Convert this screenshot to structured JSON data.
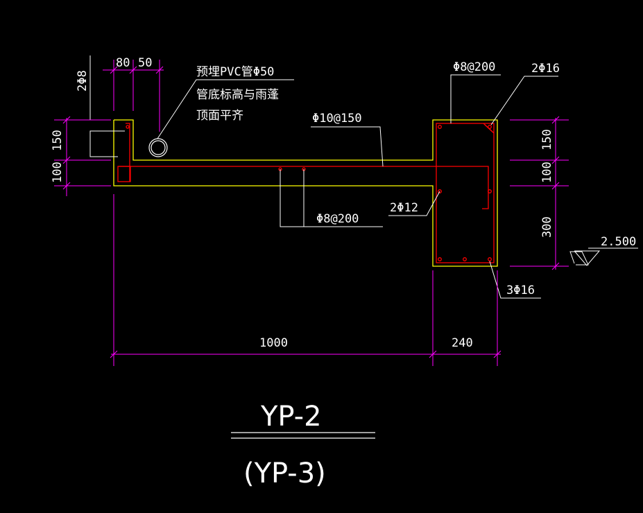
{
  "annotations": {
    "top_left_rebar": "2Φ8",
    "pipe_note_line1": "预埋PVC管Φ50",
    "pipe_note_line2": "管底标高与雨蓬",
    "pipe_note_line3": "顶面平齐",
    "slab_top_rebar": "Φ10@150",
    "slab_dist_rebar": "Φ8@200",
    "beam_stirrup": "Φ8@200",
    "beam_top_rebar": "2Φ16",
    "beam_side_rebar": "2Φ12",
    "beam_bottom_rebar": "3Φ16",
    "elevation": "2.500"
  },
  "dimensions": {
    "top_80": "80",
    "top_50": "50",
    "left_150": "150",
    "left_100": "100",
    "right_150": "150",
    "right_100": "100",
    "right_300": "300",
    "bottom_1000": "1000",
    "bottom_240": "240"
  },
  "title": {
    "main": "YP-2",
    "sub": "(YP-3)"
  },
  "colors": {
    "background": "#000000",
    "concrete_outline": "#ffff00",
    "rebar": "#ff0000",
    "dimension": "#ff00ff",
    "leader": "#ffffff",
    "text": "#ffffff"
  }
}
